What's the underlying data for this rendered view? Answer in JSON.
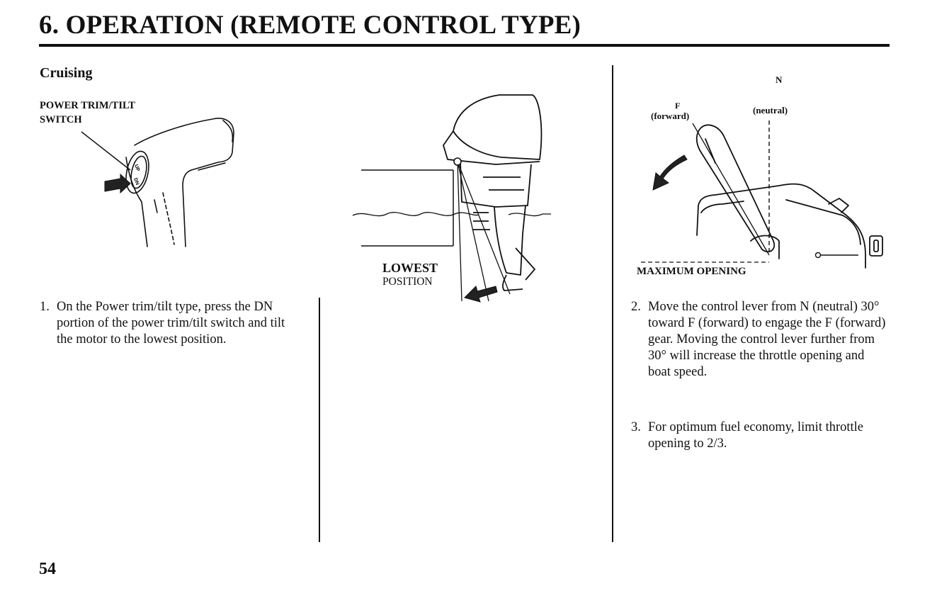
{
  "header": {
    "title": "6. OPERATION (REMOTE CONTROL TYPE)"
  },
  "section": {
    "heading": "Cruising"
  },
  "figure_switch": {
    "label_line1": "POWER TRIM/TILT",
    "label_line2": "SWITCH"
  },
  "figure_motor": {
    "label_line1": "LOWEST",
    "label_line2": "POSITION"
  },
  "figure_lever": {
    "f_letter": "F",
    "f_word": "(forward)",
    "n_letter": "N",
    "n_word": "(neutral)",
    "max_label": "MAXIMUM OPENING"
  },
  "steps": [
    {
      "number": "1.",
      "text": "On the Power trim/tilt type, press the DN portion of the power trim/tilt switch and tilt the motor to the lowest position."
    },
    {
      "number": "2.",
      "text": "Move the control lever from N (neutral) 30° toward F (forward) to engage the F (forward) gear. Moving the control lever further from 30° will increase the throttle opening and boat speed."
    },
    {
      "number": "3.",
      "text": "For optimum fuel economy, limit throttle opening to 2/3."
    }
  ],
  "footer": {
    "page_number": "54"
  }
}
